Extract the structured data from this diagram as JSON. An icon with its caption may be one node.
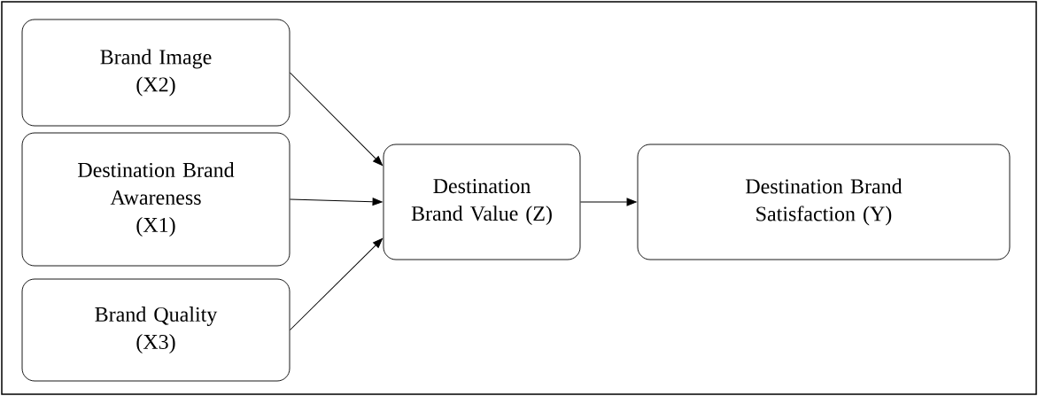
{
  "diagram": {
    "nodes": [
      {
        "text": [
          "Brand Image",
          "(X2)"
        ]
      },
      {
        "text": [
          "Destination Brand Awareness",
          "(X1)"
        ]
      },
      {
        "text": [
          "Brand Quality",
          "(X3)"
        ]
      },
      {
        "text": [
          "Destination Brand Value (Z)"
        ]
      },
      {
        "text": [
          "Destination Brand Satisfaction (Y)"
        ]
      }
    ],
    "edges": [
      {
        "from": 0,
        "to": 3,
        "arrow": "to"
      },
      {
        "from": 1,
        "to": 3,
        "arrow": "to"
      },
      {
        "from": 2,
        "to": 3,
        "arrow": "to"
      },
      {
        "from": 3,
        "to": 4,
        "arrow": "to"
      }
    ]
  }
}
